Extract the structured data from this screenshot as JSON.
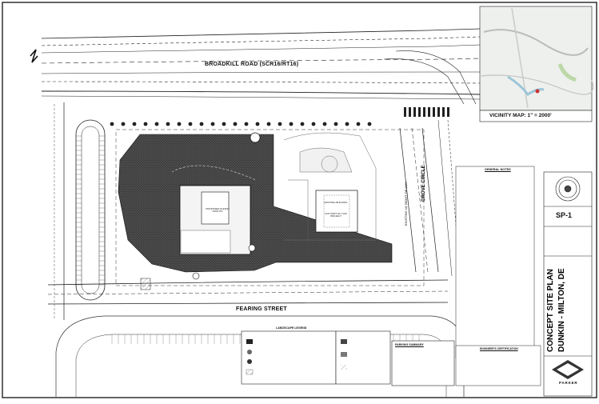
{
  "roads": {
    "main_road": "BROADKILL ROAD (SCR16/RT16)",
    "side_street": "FEARING STREET",
    "circle": "GROVE CIRCLE",
    "right_row_note": "EXISTING 10' RIGHT OF WAY"
  },
  "vicinity": {
    "caption": "VICINITY MAP: 1\" = 2000'"
  },
  "site": {
    "building_label": "PROPOSED DUNKIN DONUTS",
    "existing_building_label": "EXISTING BUILDING",
    "existing_building_note": "NOT PART OF THIS PROJECT"
  },
  "notes": {
    "general_title": "GENERAL NOTES",
    "parking_title": "PARKING SUMMARY",
    "landscape_title": "LANDSCAPE LEGEND",
    "engineer_cert_title": "ENGINEER'S CERTIFICATION"
  },
  "title_block": {
    "plan_title": "CONCEPT SITE PLAN",
    "project": "DUNKIN - MILTON, DE",
    "sheet_number": "SP-1",
    "firm": "PARKER"
  },
  "colors": {
    "paving": "#4a4a4a",
    "linework": "#222222",
    "sheet_border": "#111111"
  }
}
